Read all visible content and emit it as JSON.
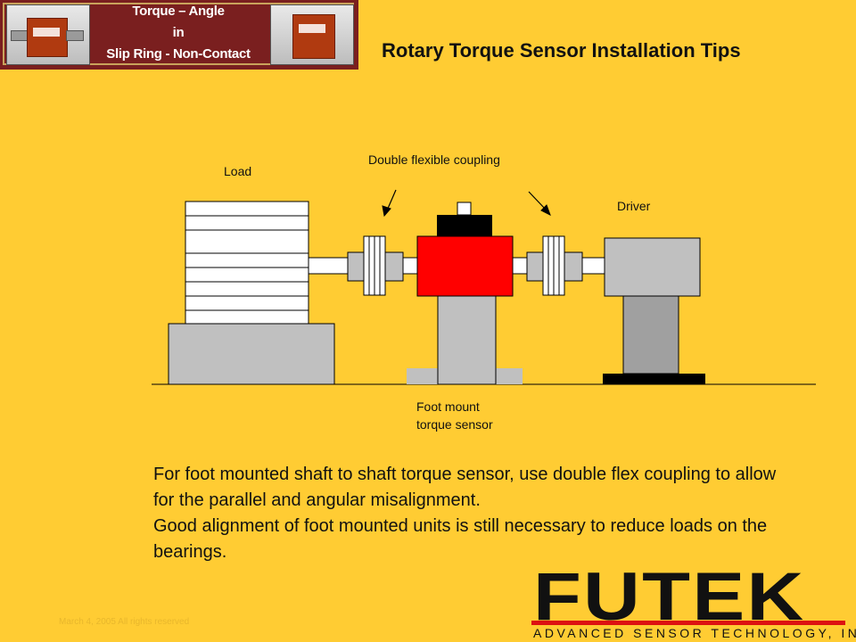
{
  "banner": {
    "title_line1": "Torque – Angle",
    "title_line2": "in",
    "title_line3": "Slip Ring - Non-Contact"
  },
  "slide": {
    "title": "Rotary Torque Sensor Installation Tips"
  },
  "diagram": {
    "label_load": "Load",
    "label_coupling": "Double flexible coupling",
    "label_driver": "Driver",
    "label_foot_line1": "Foot mount",
    "label_foot_line2": "torque sensor"
  },
  "body": {
    "paragraph1": "For foot mounted shaft to shaft torque sensor, use double flex coupling to allow for the parallel and angular misalignment.",
    "paragraph2": "Good alignment of foot mounted units is still necessary to reduce loads on the bearings."
  },
  "footer": {
    "date_text": "March 4, 2005   All rights reserved"
  },
  "logo": {
    "word": "FUTEK",
    "tagline": "ADVANCED SENSOR TECHNOLOGY, INC."
  },
  "colors": {
    "background": "#FFCC33",
    "banner": "#7A1F1F",
    "sensor_red": "#FF0000",
    "logo_red": "#DD1111"
  }
}
